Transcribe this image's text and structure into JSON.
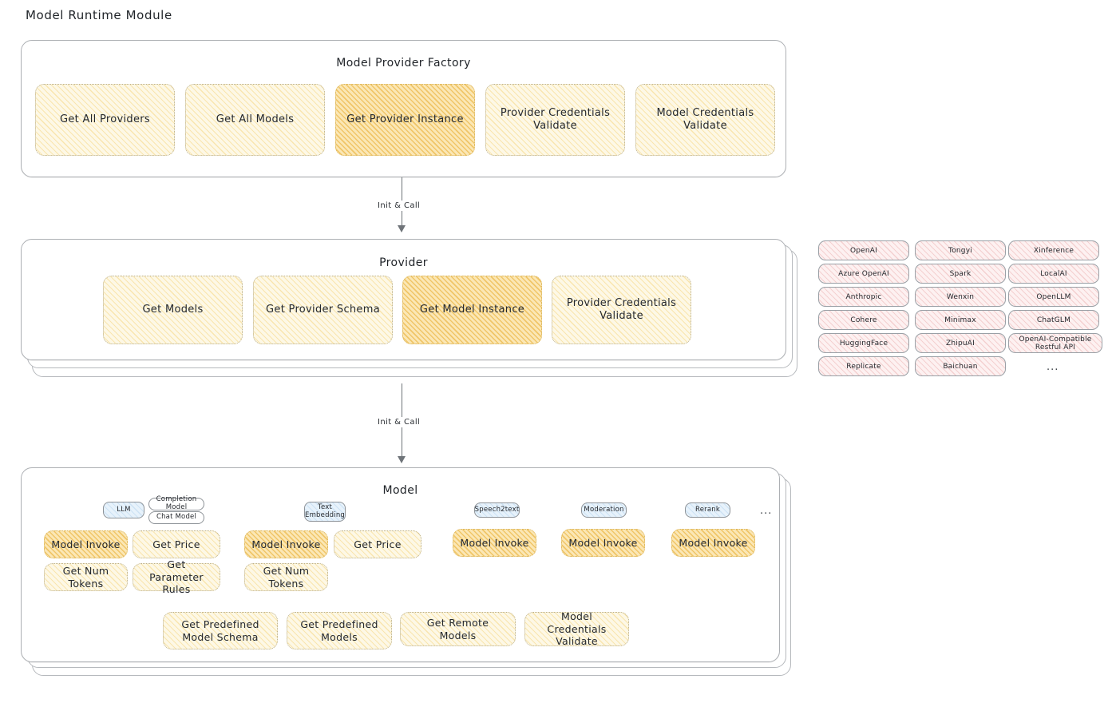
{
  "page": {
    "title": "Model Runtime Module"
  },
  "factory": {
    "title": "Model Provider Factory",
    "nodes": [
      {
        "label": "Get All Providers",
        "highlight": false
      },
      {
        "label": "Get All Models",
        "highlight": false
      },
      {
        "label": "Get Provider Instance",
        "highlight": true
      },
      {
        "label": "Provider Credentials Validate",
        "highlight": false
      },
      {
        "label": "Model Credentials Validate",
        "highlight": false
      }
    ]
  },
  "arrows": [
    {
      "label": "Init & Call"
    },
    {
      "label": "Init & Call"
    }
  ],
  "provider": {
    "title": "Provider",
    "nodes": [
      {
        "label": "Get Models",
        "highlight": false
      },
      {
        "label": "Get Provider Schema",
        "highlight": false
      },
      {
        "label": "Get Model Instance",
        "highlight": true
      },
      {
        "label": "Provider Credentials Validate",
        "highlight": false
      }
    ]
  },
  "provider_list": {
    "columns": [
      [
        "OpenAI",
        "Azure OpenAI",
        "Anthropic",
        "Cohere",
        "HuggingFace",
        "Replicate"
      ],
      [
        "Tongyi",
        "Spark",
        "Wenxin",
        "Minimax",
        "ZhipuAI",
        "Baichuan"
      ],
      [
        "Xinference",
        "LocalAI",
        "OpenLLM",
        "ChatGLM",
        "OpenAI-Compatible Restful API"
      ]
    ],
    "more": "..."
  },
  "model": {
    "title": "Model",
    "more": "...",
    "types": [
      {
        "badge": "LLM",
        "sub_badges": [
          "Completion Model",
          "Chat Model"
        ],
        "nodes": [
          {
            "label": "Model Invoke",
            "highlight": true
          },
          {
            "label": "Get Price",
            "highlight": false
          },
          {
            "label": "Get Num Tokens",
            "highlight": false
          },
          {
            "label": "Get Parameter Rules",
            "highlight": false
          }
        ]
      },
      {
        "badge": "Text Embedding",
        "sub_badges": [],
        "nodes": [
          {
            "label": "Model Invoke",
            "highlight": true
          },
          {
            "label": "Get Price",
            "highlight": false
          },
          {
            "label": "Get Num Tokens",
            "highlight": false
          }
        ]
      },
      {
        "badge": "Speech2text",
        "sub_badges": [],
        "nodes": [
          {
            "label": "Model Invoke",
            "highlight": true
          }
        ]
      },
      {
        "badge": "Moderation",
        "sub_badges": [],
        "nodes": [
          {
            "label": "Model Invoke",
            "highlight": true
          }
        ]
      },
      {
        "badge": "Rerank",
        "sub_badges": [],
        "nodes": [
          {
            "label": "Model Invoke",
            "highlight": true
          }
        ]
      }
    ],
    "common_nodes": [
      {
        "label": "Get Predefined Model Schema"
      },
      {
        "label": "Get Predefined Models"
      },
      {
        "label": "Get Remote Models"
      },
      {
        "label": "Model Credentials Validate"
      }
    ]
  },
  "colors": {
    "node_fill": "#fdf8e6",
    "node_highlight_fill": "#fbe7b5",
    "chip_fill": "#fdf1f1",
    "badge_fill": "#e7f2fb",
    "panel_border": "#adb0b4",
    "text": "#1f2328"
  }
}
